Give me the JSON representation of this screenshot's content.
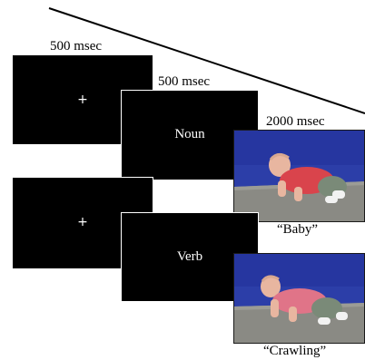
{
  "timing": {
    "fixation_duration": "500 msec",
    "word_duration": "500 msec",
    "picture_duration": "2000 msec"
  },
  "trials": [
    {
      "fixation_symbol": "+",
      "word": "Noun",
      "picture_caption": "“Baby”",
      "picture_icon": "baby-crawling-photo"
    },
    {
      "fixation_symbol": "+",
      "word": "Verb",
      "picture_caption": "“Crawling”",
      "picture_icon": "baby-crawling-photo"
    }
  ],
  "colors": {
    "screen_background": "#000000",
    "screen_text": "#ffffff",
    "photo_background": "#2c3ea8",
    "photo_floor": "#8a8a84"
  }
}
